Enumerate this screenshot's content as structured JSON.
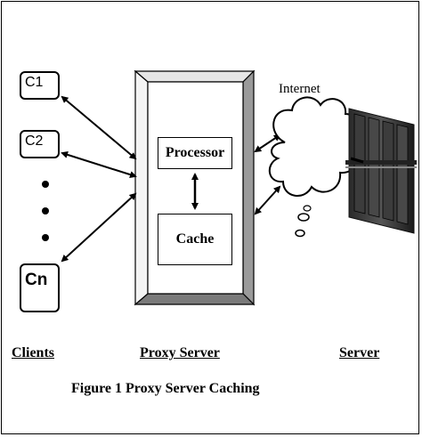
{
  "clients": [
    {
      "label": "C1"
    },
    {
      "label": "C2"
    },
    {
      "label": "Cn"
    }
  ],
  "proxy": {
    "processor_label": "Processor",
    "cache_label": "Cache"
  },
  "internet_label": "Internet",
  "sections": {
    "clients": "Clients",
    "proxy_server": "Proxy Server",
    "server": "Server"
  },
  "caption": "Figure 1 Proxy Server Caching",
  "icons": [
    "cloud-icon",
    "server-rack-icon",
    "ellipsis-dots-icon",
    "double-arrow-icon"
  ]
}
